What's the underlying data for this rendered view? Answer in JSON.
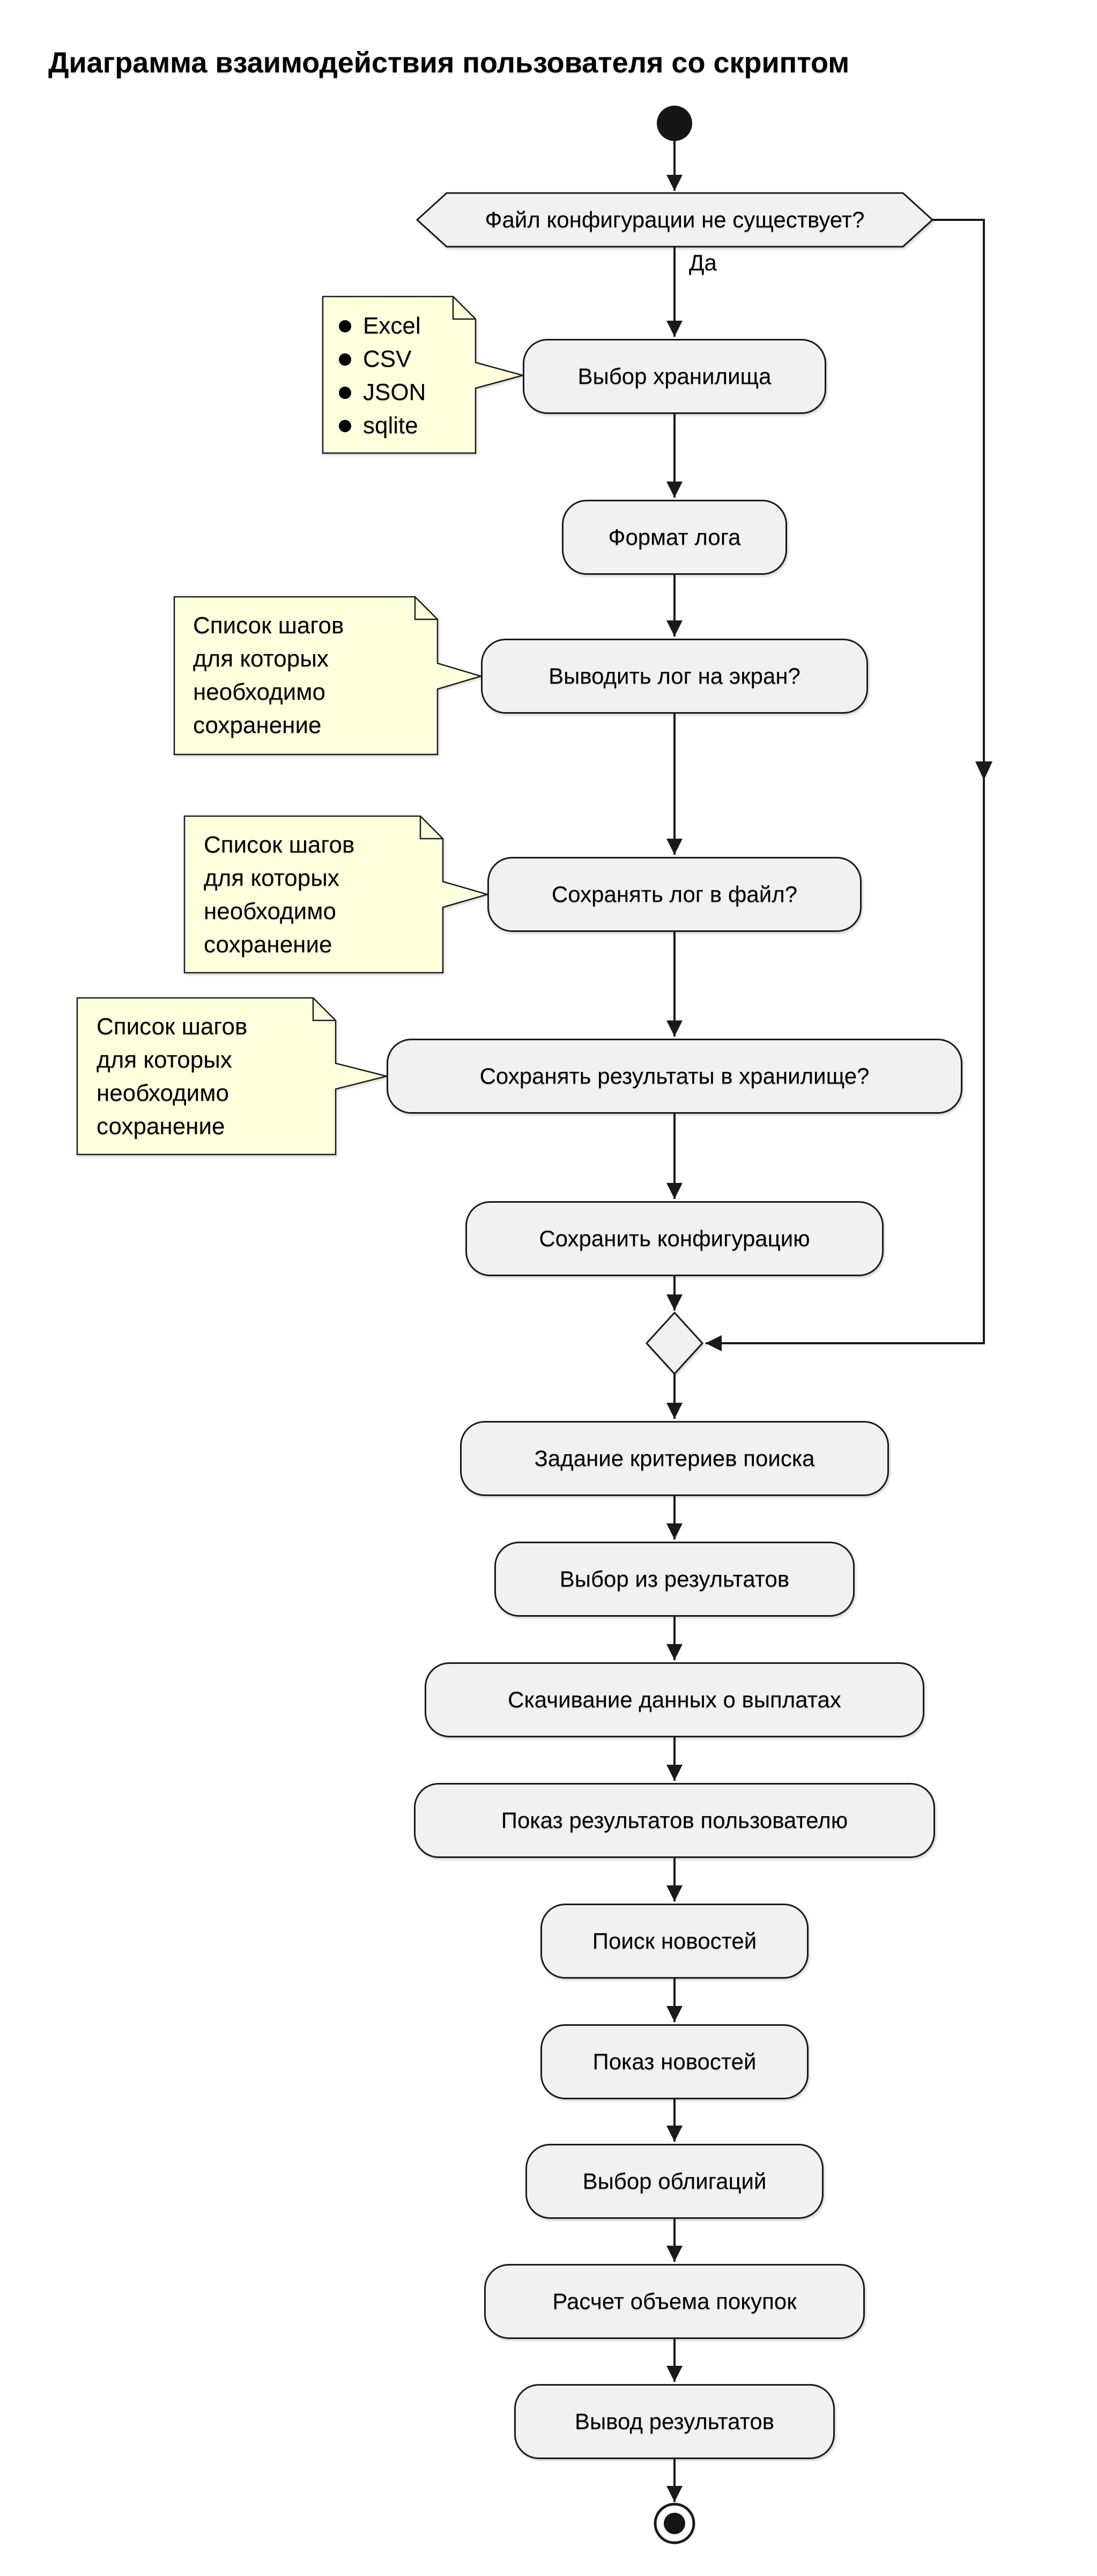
{
  "title": "Диаграмма взаимодействия пользователя со скриптом",
  "decision": {
    "question": "Файл конфигурации не существует?",
    "yes_label": "Да"
  },
  "notes": {
    "storage_options": {
      "items": [
        "Excel",
        "CSV",
        "JSON",
        "sqlite"
      ]
    },
    "steps_note_1": {
      "text": "Список шагов\nдля которых\nнеобходимо\nсохранение"
    },
    "steps_note_2": {
      "text": "Список шагов\nдля которых\nнеобходимо\nсохранение"
    },
    "steps_note_3": {
      "text": "Список шагов\nдля которых\nнеобходимо\nсохранение"
    }
  },
  "activities": [
    {
      "label": "Выбор хранилища"
    },
    {
      "label": "Формат лога"
    },
    {
      "label": "Выводить лог на экран?"
    },
    {
      "label": "Сохранять лог в файл?"
    },
    {
      "label": "Сохранять результаты в хранилище?"
    },
    {
      "label": "Сохранить конфигурацию"
    },
    {
      "label": "Задание критериев поиска"
    },
    {
      "label": "Выбор из результатов"
    },
    {
      "label": "Скачивание данных о выплатах"
    },
    {
      "label": "Показ результатов пользователю"
    },
    {
      "label": "Поиск новостей"
    },
    {
      "label": "Показ новостей"
    },
    {
      "label": "Выбор облигаций"
    },
    {
      "label": "Расчет объема покупок"
    },
    {
      "label": "Вывод результатов"
    }
  ],
  "colors": {
    "activity_fill": "#F1F1F1",
    "note_fill": "#FEFFDD",
    "shape_border": "#1A1A1A",
    "edge_color": "#1A1A1A",
    "node_fill": "#151515",
    "text_color": "#000000"
  }
}
